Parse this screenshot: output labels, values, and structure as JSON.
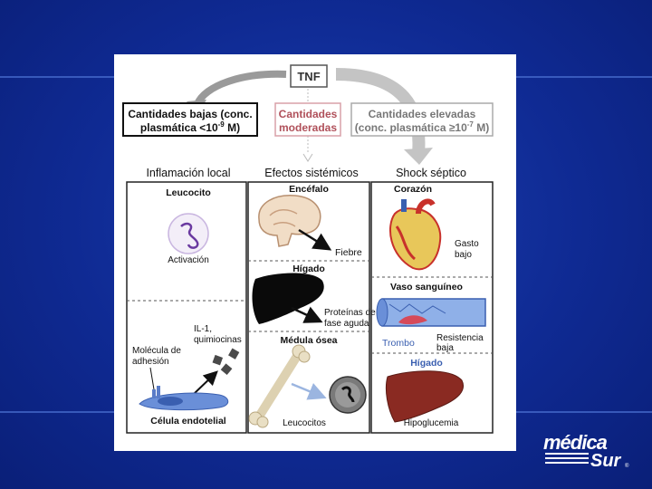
{
  "top": {
    "tnf": "TNF",
    "low": [
      "Cantidades bajas (conc.",
      "plasmática <10",
      "-9",
      " M)"
    ],
    "moderate": [
      "Cantidades",
      "moderadas"
    ],
    "high": [
      "Cantidades elevadas",
      "(conc. plasmática ≥10",
      "-7",
      " M)"
    ]
  },
  "columns": {
    "local": "Inflamación local",
    "systemic": "Efectos sistémicos",
    "shock": "Shock séptico"
  },
  "local_col": {
    "leukocyte": "Leucocito",
    "activation": "Activación",
    "il1": [
      "IL-1,",
      "quimiocinas"
    ],
    "adhesion": [
      "Molécula de",
      "adhesión"
    ],
    "endothelial": "Célula endotelial"
  },
  "systemic_col": {
    "brain": "Encéfalo",
    "fever": "Fiebre",
    "liver": "Hígado",
    "proteins": [
      "Proteínas de",
      "fase aguda"
    ],
    "marrow": "Médula ósea",
    "leukocytes": "Leucocitos"
  },
  "shock_col": {
    "heart": "Corazón",
    "output": [
      "Gasto",
      "bajo"
    ],
    "vessel": "Vaso sanguíneo",
    "thrombus": "Trombo",
    "resistance": [
      "Resistencia",
      "baja"
    ],
    "liver": "Hígado",
    "hypoglycemia": "Hipoglucemia"
  },
  "logo": {
    "line1": "médica",
    "line2": "Sur",
    "mark": "®"
  },
  "colors": {
    "background": "#0f2a93",
    "moderate": "#b0505a",
    "blue_label": "#3a5fb0",
    "heart": "#c8312b",
    "liver": "#8a2a22"
  }
}
